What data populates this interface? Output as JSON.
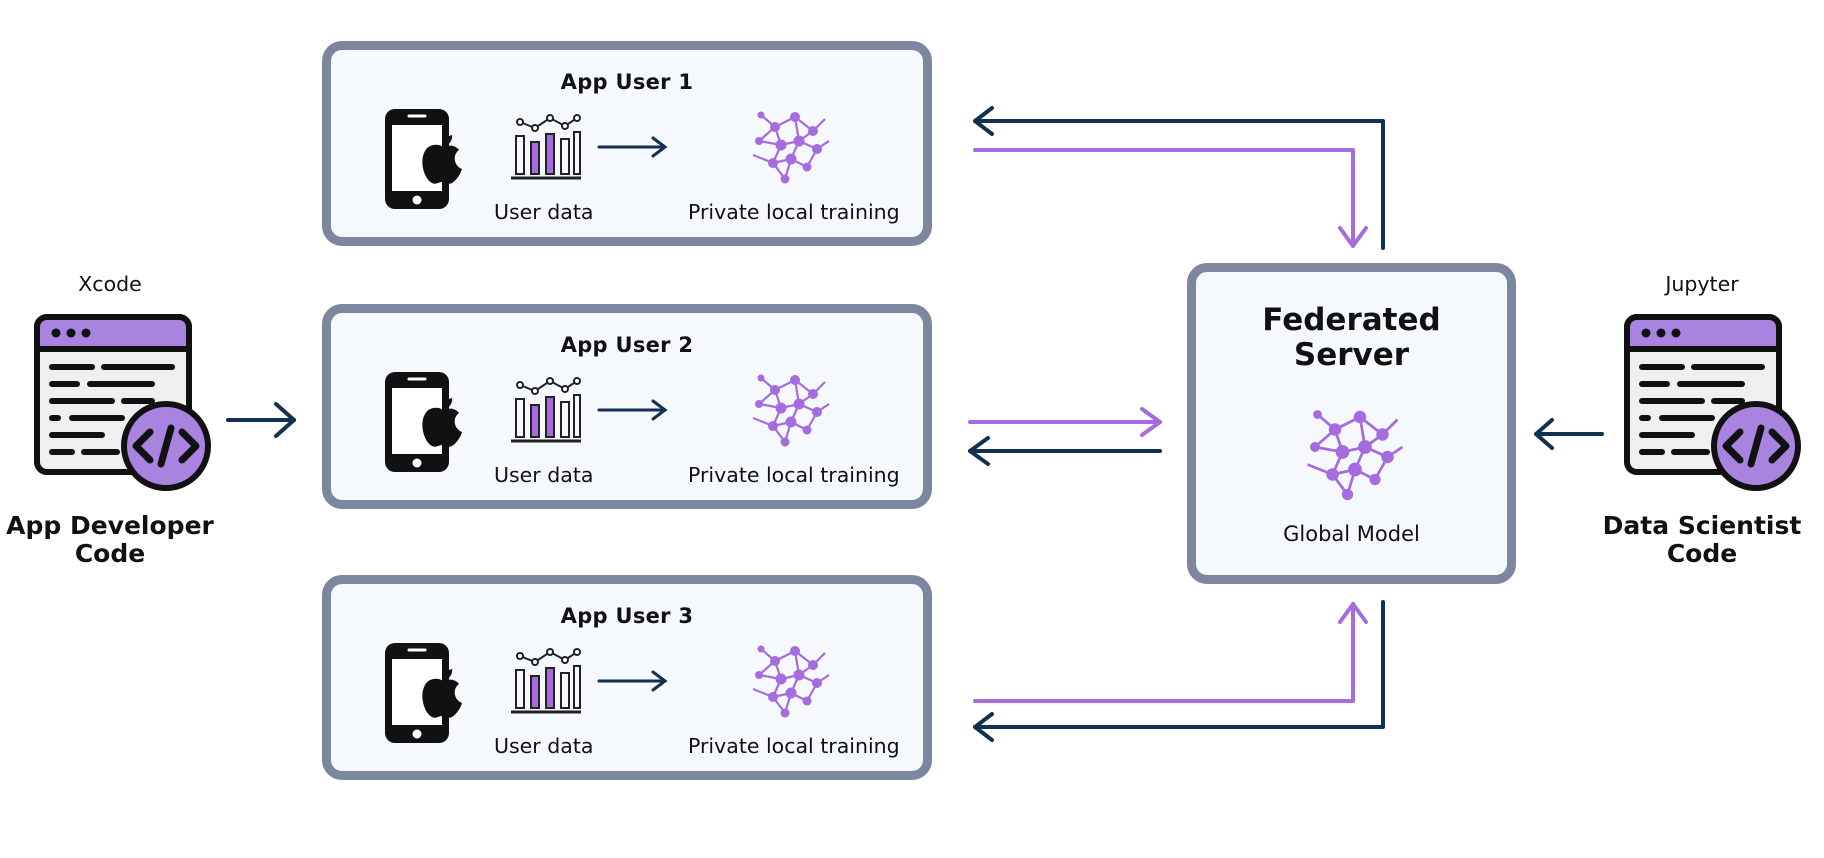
{
  "left_side": {
    "tool": "Xcode",
    "label_line1": "App Developer",
    "label_line2": "Code"
  },
  "right_side": {
    "tool": "Jupyter",
    "label_line1": "Data Scientist",
    "label_line2": "Code"
  },
  "users": [
    {
      "title": "App User 1",
      "data_label": "User data",
      "training_label": "Private local training"
    },
    {
      "title": "App User 2",
      "data_label": "User data",
      "training_label": "Private local training"
    },
    {
      "title": "App User 3",
      "data_label": "User data",
      "training_label": "Private local training"
    }
  ],
  "server": {
    "title_line1": "Federated",
    "title_line2": "Server",
    "model_label": "Global Model"
  },
  "colors": {
    "purple": "#a56ce0",
    "navy": "#123150",
    "box_border": "#7c879f",
    "box_fill": "#f5f8fc"
  },
  "icons": [
    "code-window-icon",
    "smartphone-apple-icon",
    "bar-chart-icon",
    "neural-network-icon"
  ]
}
